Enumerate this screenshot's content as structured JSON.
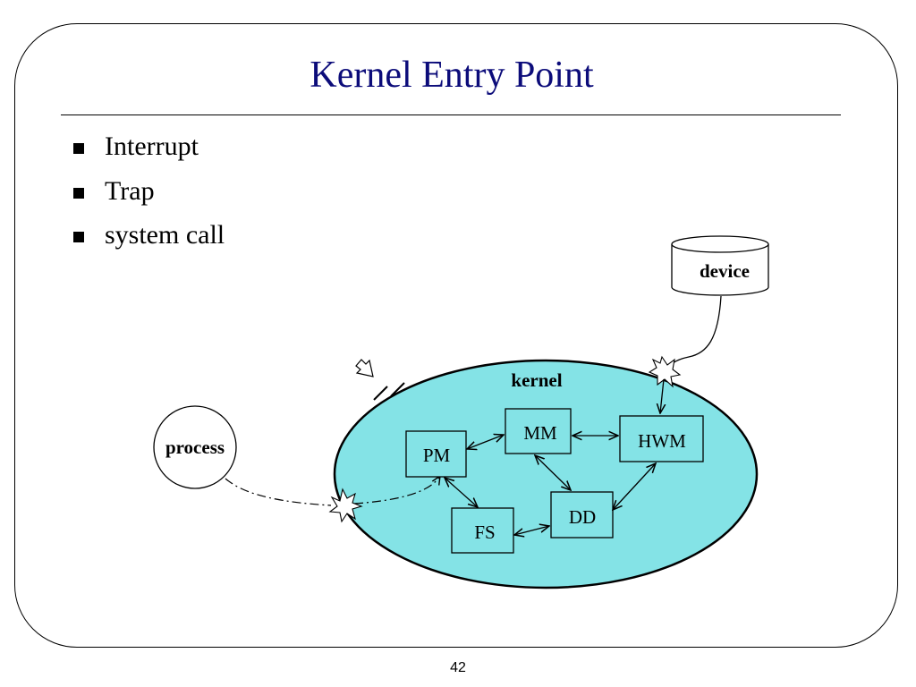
{
  "slide": {
    "title": "Kernel Entry Point",
    "page_number": "42"
  },
  "bullets": [
    {
      "text": "Interrupt"
    },
    {
      "text": "Trap"
    },
    {
      "text": "system call"
    }
  ],
  "diagram": {
    "kernel_label": "kernel",
    "process_label": "process",
    "device_label": "device",
    "modules": {
      "pm": "PM",
      "mm": "MM",
      "hwm": "HWM",
      "fs": "FS",
      "dd": "DD"
    }
  },
  "colors": {
    "title": "#0c0c7a",
    "kernel_fill": "#84e3e6"
  }
}
